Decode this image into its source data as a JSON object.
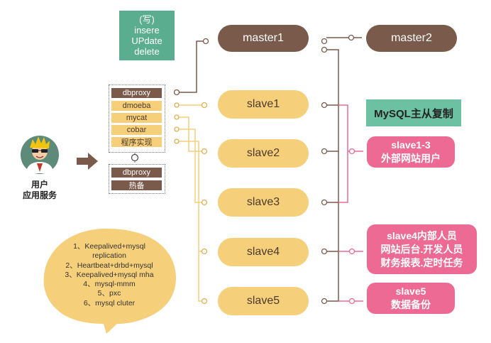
{
  "operations": {
    "line1": "(写)",
    "line2": "insere",
    "line3": "UPdate",
    "line4": "delete"
  },
  "masters": {
    "master1": "master1",
    "master2": "master2"
  },
  "slaves": [
    "slave1",
    "slave2",
    "slave3",
    "slave4",
    "slave5"
  ],
  "proxy_options": [
    "dbproxy",
    "dmoeba",
    "mycat",
    "cobar",
    "程序实现"
  ],
  "proxy_standby": {
    "name": "dbproxy",
    "role": "热备"
  },
  "user": {
    "line1": "用户",
    "line2": "应用服务"
  },
  "replication_label": "MySQL主从复制",
  "usage": {
    "slave1_3": [
      "slave1-3",
      "外部网站用户"
    ],
    "slave4": [
      "slave4内部人员",
      "网站后台.开发人员",
      "财务报表.定时任务"
    ],
    "slave5": [
      "slave5",
      "数据备份"
    ]
  },
  "ha_solutions": [
    "1、Keepalived+mysql",
    "replication",
    "2、Heartbeat+drbd+mysql",
    "3、Keepalived+mysql mha",
    "4、mysql-mmm",
    "5、pxc",
    "6、mysql cluter"
  ],
  "colors": {
    "brown": "#7a5a4a",
    "yellow": "#f6cf7a",
    "pink": "#ec6a93",
    "green": "#5aae8f",
    "teal": "#6cc1a3",
    "bubble": "#f6cf7a"
  }
}
